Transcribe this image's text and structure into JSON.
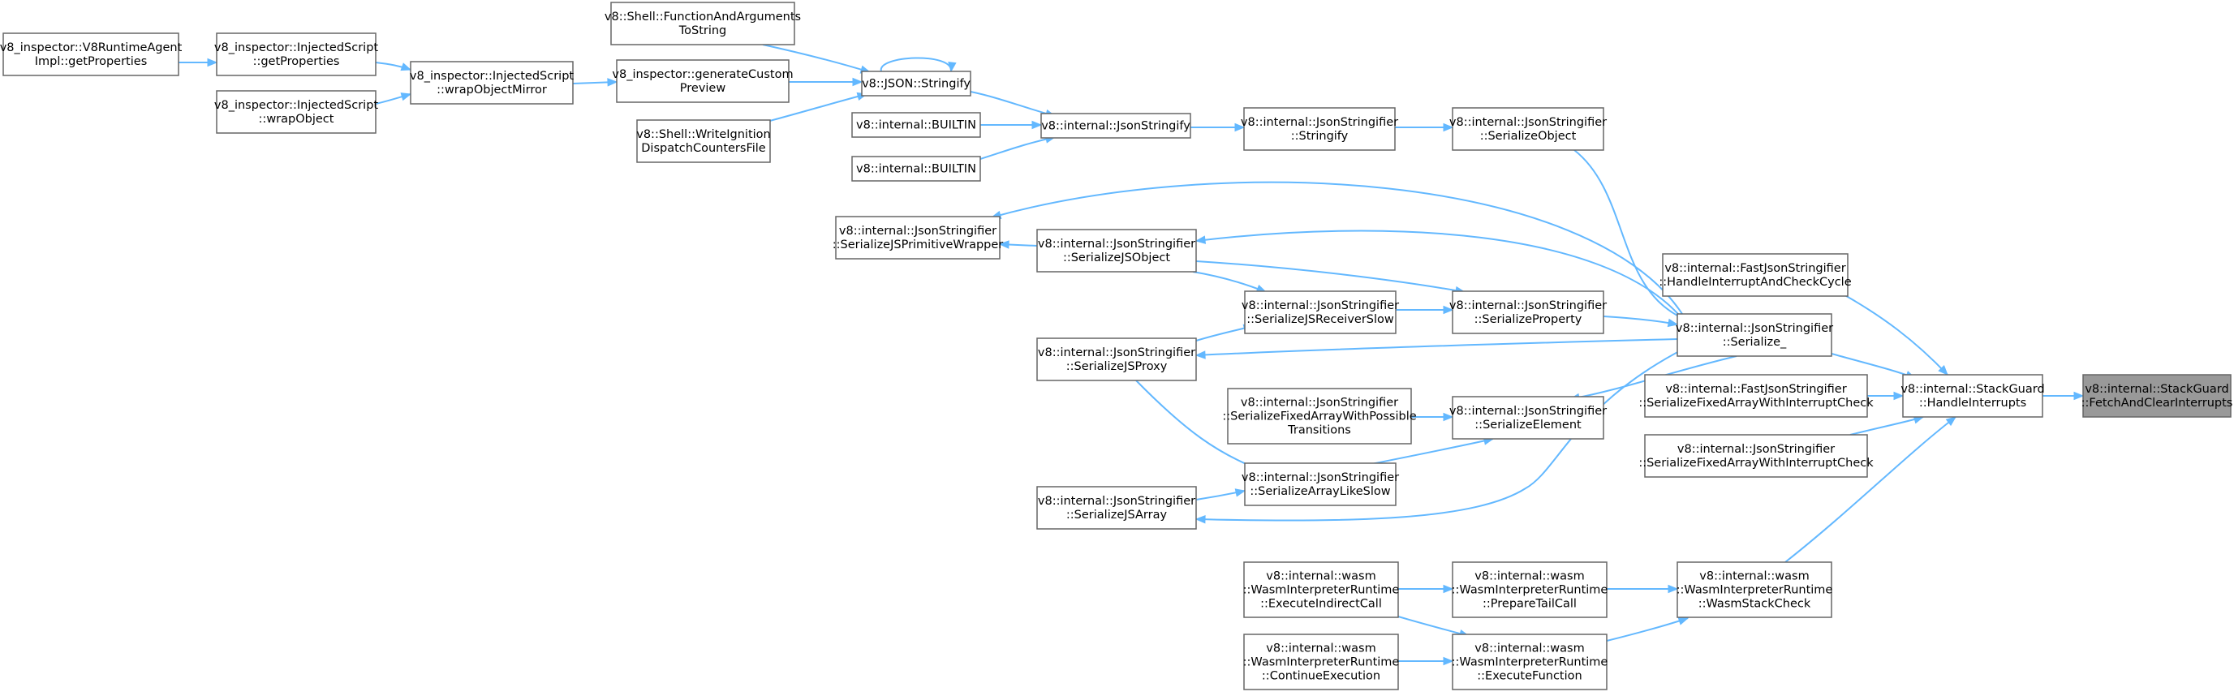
{
  "nodes": [
    {
      "id": "v8rt_getprops",
      "lines": [
        "v8_inspector::V8RuntimeAgent",
        "Impl::getProperties"
      ]
    },
    {
      "id": "is_getprops",
      "lines": [
        "v8_inspector::InjectedScript",
        "::getProperties"
      ]
    },
    {
      "id": "is_wrapobject",
      "lines": [
        "v8_inspector::InjectedScript",
        "::wrapObject"
      ]
    },
    {
      "id": "is_wrapmirror",
      "lines": [
        "v8_inspector::InjectedScript",
        "::wrapObjectMirror"
      ]
    },
    {
      "id": "shell_funcargs",
      "lines": [
        "v8::Shell::FunctionAndArguments",
        "ToString"
      ]
    },
    {
      "id": "gen_preview",
      "lines": [
        "v8_inspector::generateCustom",
        "Preview"
      ]
    },
    {
      "id": "shell_ignition",
      "lines": [
        "v8::Shell::WriteIgnition",
        "DispatchCountersFile"
      ]
    },
    {
      "id": "json_stringify",
      "lines": [
        "v8::JSON::Stringify"
      ]
    },
    {
      "id": "builtin1",
      "lines": [
        "v8::internal::BUILTIN"
      ]
    },
    {
      "id": "builtin2",
      "lines": [
        "v8::internal::BUILTIN"
      ]
    },
    {
      "id": "internal_jsonstringify",
      "lines": [
        "v8::internal::JsonStringify"
      ]
    },
    {
      "id": "js_stringify",
      "lines": [
        "v8::internal::JsonStringifier",
        "::Stringify"
      ]
    },
    {
      "id": "js_serobject",
      "lines": [
        "v8::internal::JsonStringifier",
        "::SerializeObject"
      ]
    },
    {
      "id": "js_primwrapper",
      "lines": [
        "v8::internal::JsonStringifier",
        "::SerializeJSPrimitiveWrapper"
      ]
    },
    {
      "id": "js_serjsobject",
      "lines": [
        "v8::internal::JsonStringifier",
        "::SerializeJSObject"
      ]
    },
    {
      "id": "js_recvslow",
      "lines": [
        "v8::internal::JsonStringifier",
        "::SerializeJSReceiverSlow"
      ]
    },
    {
      "id": "js_serprop",
      "lines": [
        "v8::internal::JsonStringifier",
        "::SerializeProperty"
      ]
    },
    {
      "id": "js_proxy",
      "lines": [
        "v8::internal::JsonStringifier",
        "::SerializeJSProxy"
      ]
    },
    {
      "id": "js_fixedtrans",
      "lines": [
        "v8::internal::JsonStringifier",
        "::SerializeFixedArrayWithPossible",
        "Transitions"
      ]
    },
    {
      "id": "js_serelement",
      "lines": [
        "v8::internal::JsonStringifier",
        "::SerializeElement"
      ]
    },
    {
      "id": "js_arraylike",
      "lines": [
        "v8::internal::JsonStringifier",
        "::SerializeArrayLikeSlow"
      ]
    },
    {
      "id": "js_serjsarray",
      "lines": [
        "v8::internal::JsonStringifier",
        "::SerializeJSArray"
      ]
    },
    {
      "id": "js_serialize",
      "lines": [
        "v8::internal::JsonStringifier",
        "::Serialize_"
      ]
    },
    {
      "id": "fast_cycle",
      "lines": [
        "v8::internal::FastJsonStringifier",
        "::HandleInterruptAndCheckCycle"
      ]
    },
    {
      "id": "fast_fixed",
      "lines": [
        "v8::internal::FastJsonStringifier",
        "::SerializeFixedArrayWithInterruptCheck"
      ]
    },
    {
      "id": "js_fixedcheck",
      "lines": [
        "v8::internal::JsonStringifier",
        "::SerializeFixedArrayWithInterruptCheck"
      ]
    },
    {
      "id": "sg_handle",
      "lines": [
        "v8::internal::StackGuard",
        "::HandleInterrupts"
      ]
    },
    {
      "id": "sg_fetch",
      "lines": [
        "v8::internal::StackGuard",
        "::FetchAndClearInterrupts"
      ],
      "highlight": true
    },
    {
      "id": "wasm_indirect",
      "lines": [
        "v8::internal::wasm",
        "::WasmInterpreterRuntime",
        "::ExecuteIndirectCall"
      ]
    },
    {
      "id": "wasm_continue",
      "lines": [
        "v8::internal::wasm",
        "::WasmInterpreterRuntime",
        "::ContinueExecution"
      ]
    },
    {
      "id": "wasm_tailcall",
      "lines": [
        "v8::internal::wasm",
        "::WasmInterpreterRuntime",
        "::PrepareTailCall"
      ]
    },
    {
      "id": "wasm_execfn",
      "lines": [
        "v8::internal::wasm",
        "::WasmInterpreterRuntime",
        "::ExecuteFunction"
      ]
    },
    {
      "id": "wasm_stackcheck",
      "lines": [
        "v8::internal::wasm",
        "::WasmInterpreterRuntime",
        "::WasmStackCheck"
      ]
    }
  ],
  "edges": [
    [
      "v8rt_getprops",
      "is_getprops"
    ],
    [
      "is_getprops",
      "is_wrapmirror"
    ],
    [
      "is_wrapobject",
      "is_wrapmirror"
    ],
    [
      "is_wrapmirror",
      "gen_preview"
    ],
    [
      "shell_funcargs",
      "json_stringify"
    ],
    [
      "gen_preview",
      "json_stringify"
    ],
    [
      "shell_ignition",
      "json_stringify"
    ],
    [
      "json_stringify",
      "json_stringify"
    ],
    [
      "json_stringify",
      "internal_jsonstringify"
    ],
    [
      "builtin1",
      "internal_jsonstringify"
    ],
    [
      "builtin2",
      "internal_jsonstringify"
    ],
    [
      "internal_jsonstringify",
      "js_stringify"
    ],
    [
      "js_stringify",
      "js_serobject"
    ],
    [
      "js_serobject",
      "js_serialize"
    ],
    [
      "js_serialize",
      "js_primwrapper"
    ],
    [
      "js_serialize",
      "js_serjsobject"
    ],
    [
      "js_serjsobject",
      "js_primwrapper"
    ],
    [
      "js_serjsobject",
      "js_recvslow"
    ],
    [
      "js_serjsobject",
      "js_serprop"
    ],
    [
      "js_recvslow",
      "js_serprop"
    ],
    [
      "js_proxy",
      "js_recvslow"
    ],
    [
      "js_serprop",
      "js_serialize"
    ],
    [
      "js_serialize",
      "js_proxy"
    ],
    [
      "js_proxy",
      "js_arraylike"
    ],
    [
      "js_serialize",
      "js_serelement"
    ],
    [
      "js_fixedtrans",
      "js_serelement"
    ],
    [
      "js_arraylike",
      "js_serelement"
    ],
    [
      "js_serjsarray",
      "js_arraylike"
    ],
    [
      "js_serialize",
      "js_serjsarray"
    ],
    [
      "js_serialize",
      "sg_handle"
    ],
    [
      "fast_cycle",
      "sg_handle"
    ],
    [
      "fast_fixed",
      "sg_handle"
    ],
    [
      "js_fixedcheck",
      "sg_handle"
    ],
    [
      "sg_handle",
      "sg_fetch"
    ],
    [
      "wasm_indirect",
      "wasm_tailcall"
    ],
    [
      "wasm_indirect",
      "wasm_execfn"
    ],
    [
      "wasm_continue",
      "wasm_execfn"
    ],
    [
      "wasm_tailcall",
      "wasm_stackcheck"
    ],
    [
      "wasm_execfn",
      "wasm_stackcheck"
    ],
    [
      "wasm_stackcheck",
      "sg_handle"
    ]
  ],
  "colors": {
    "edge": "#63b8ff",
    "node_border": "#666666",
    "node_fill": "#ffffff",
    "highlight_fill": "#999999"
  }
}
